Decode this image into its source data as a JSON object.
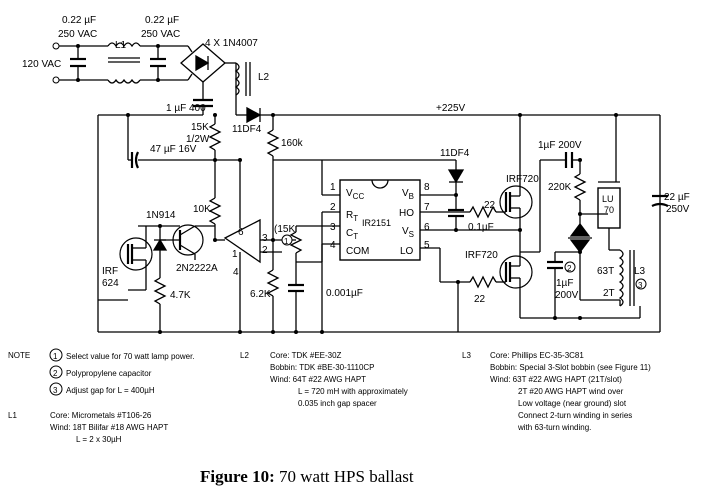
{
  "caption": {
    "bold": "Figure 10:",
    "rest": " 70 watt HPS ballast"
  },
  "labels": {
    "c_in1_val": "0.22 µF",
    "c_in1_v": "250 VAC",
    "c_in2_val": "0.22 µF",
    "c_in2_v": "250 VAC",
    "mains": "120 VAC",
    "l1": "L1",
    "bridge": "4 X 1N4007",
    "l2": "L2",
    "c_1uf": "1 µF 400",
    "d_11df4_a": "11DF4",
    "bus": "+225V",
    "r_15k": "15K",
    "r_15k_w": "1/2W",
    "c_47uf": "47 µF 16V",
    "r_160k": "160k",
    "d_11df4_b": "11DF4",
    "c_1uf_200": "1µF 200V",
    "r_220k": "220K",
    "c_22uf": "22 µF",
    "c_22uf_v": "250V",
    "d_1n914": "1N914",
    "r_10k": "10K",
    "q_2n2222": "2N2222A",
    "q_irf624_a": "IRF",
    "q_irf624_b": "624",
    "r_47k": "4.7K",
    "r_62k": "6.2K",
    "pot_15k": "(15K",
    "c_0001": "0.001µF",
    "r_22a": "22",
    "c_01uf": "0.1µF",
    "r_22b": "22",
    "q_irf720a": "IRF720",
    "q_irf720b": "IRF720",
    "c_1uf200b_a": "1µF",
    "c_1uf200b_b": "200V",
    "lamp_a": "LU",
    "lamp_b": "70",
    "t63": "63T",
    "t2": "2T",
    "l3": "L3",
    "ic": "IR2151",
    "ic_vcc": "V",
    "ic_vcc_sub": "CC",
    "ic_rt": "R",
    "ic_rt_sub": "T",
    "ic_ct": "C",
    "ic_ct_sub": "T",
    "ic_com": "COM",
    "ic_vb": "V",
    "ic_vb_sub": "B",
    "ic_ho": "HO",
    "ic_vs": "V",
    "ic_vs_sub": "S",
    "ic_lo": "LO",
    "pins": [
      "1",
      "2",
      "3",
      "4",
      "8",
      "7",
      "6",
      "5"
    ],
    "cmp_pins": [
      "6",
      "3",
      "2",
      "1",
      "4"
    ]
  },
  "notes": {
    "note_title": "NOTE",
    "n1": "Select value for 70 watt lamp power.",
    "n2": "Polypropylene capacitor",
    "n3": "Adjust gap for L = 400µH",
    "l1_title": "L1",
    "l1_core": "Core: Micrometals #T106-26",
    "l1_wind": "Wind:  18T Bilifar #18 AWG HAPT",
    "l1_l": "L = 2 x 30µH",
    "l2_title": "L2",
    "l2_core": "Core: TDK #EE-30Z",
    "l2_bobbin": "Bobbin: TDK #BE-30-1110CP",
    "l2_wind": "Wind: 64T #22 AWG HAPT",
    "l2_l": "L = 720 mH with approximately",
    "l2_gap": "0.035 inch gap spacer",
    "l3_title": "L3",
    "l3_core": "Core: Phillips EC-35-3C81",
    "l3_bobbin": "Bobbin: Special 3-Slot bobbin (see Figure 11)",
    "l3_wind": "Wind:  63T #22 AWG HAPT (21T/slot)",
    "l3_w2": "2T #20 AWG HAPT wind over",
    "l3_w3": "Low voltage (near ground) slot",
    "l3_w4": "Connect 2-turn winding in series",
    "l3_w5": "with 63-turn winding."
  },
  "markers": [
    "1",
    "2",
    "3"
  ]
}
